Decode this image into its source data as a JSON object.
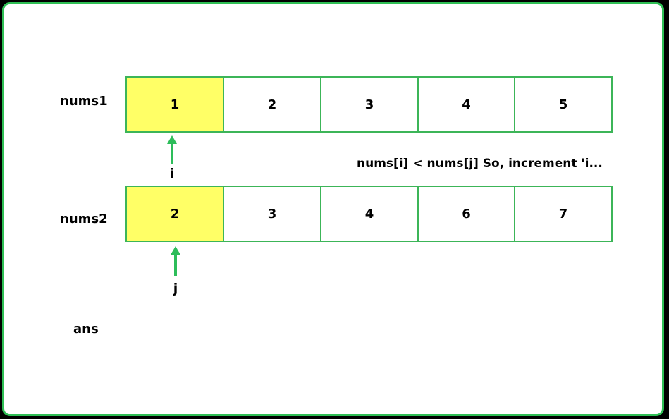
{
  "nums1": {
    "label": "nums1",
    "values": [
      "1",
      "2",
      "3",
      "4",
      "5"
    ],
    "highlight_index": 0
  },
  "nums2": {
    "label": "nums2",
    "values": [
      "2",
      "3",
      "4",
      "6",
      "7"
    ],
    "highlight_index": 0
  },
  "pointer_i": {
    "label": "i"
  },
  "pointer_j": {
    "label": "j"
  },
  "note": "nums[i] < nums[j] So, increment 'i...",
  "ans_label": "ans",
  "colors": {
    "border": "#2fbf55",
    "cell_border": "#3cb558",
    "highlight": "#ffff66",
    "arrow": "#2dbd5a"
  }
}
